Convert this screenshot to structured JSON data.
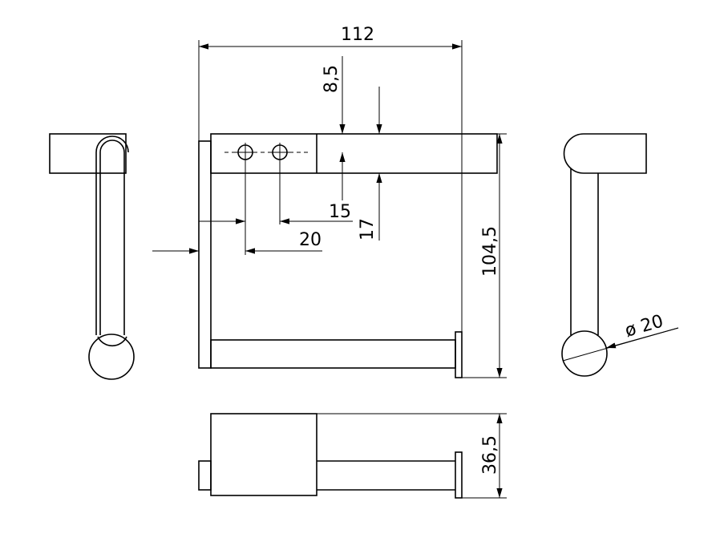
{
  "drawing": {
    "dimensions": {
      "overall_width": "112",
      "top_offset": "8,5",
      "hole_offset": "15",
      "plate_height": "17",
      "hole_spacing": "20",
      "overall_height": "104,5",
      "diameter": "ø 20",
      "depth": "36,5"
    }
  }
}
